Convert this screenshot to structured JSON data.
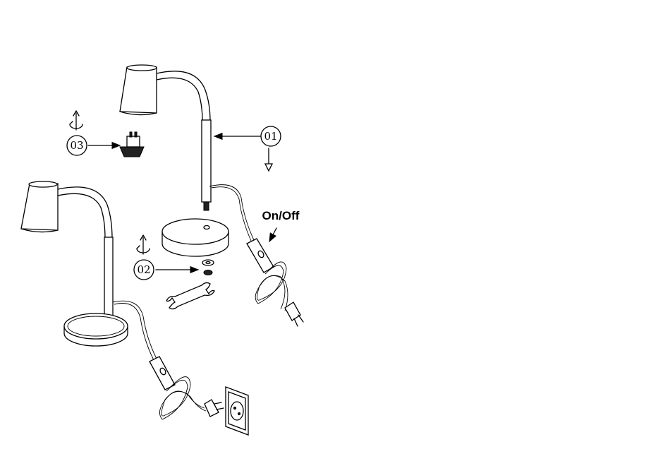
{
  "steps": [
    {
      "id": "01",
      "label": "01"
    },
    {
      "id": "02",
      "label": "02"
    },
    {
      "id": "03",
      "label": "03"
    }
  ],
  "switch": {
    "label": "On/Off"
  },
  "icons": [
    "rotate-screw-icon",
    "down-arrow-icon",
    "wrench-icon",
    "plug-icon",
    "wall-socket-icon",
    "gu10-bulb-icon"
  ]
}
